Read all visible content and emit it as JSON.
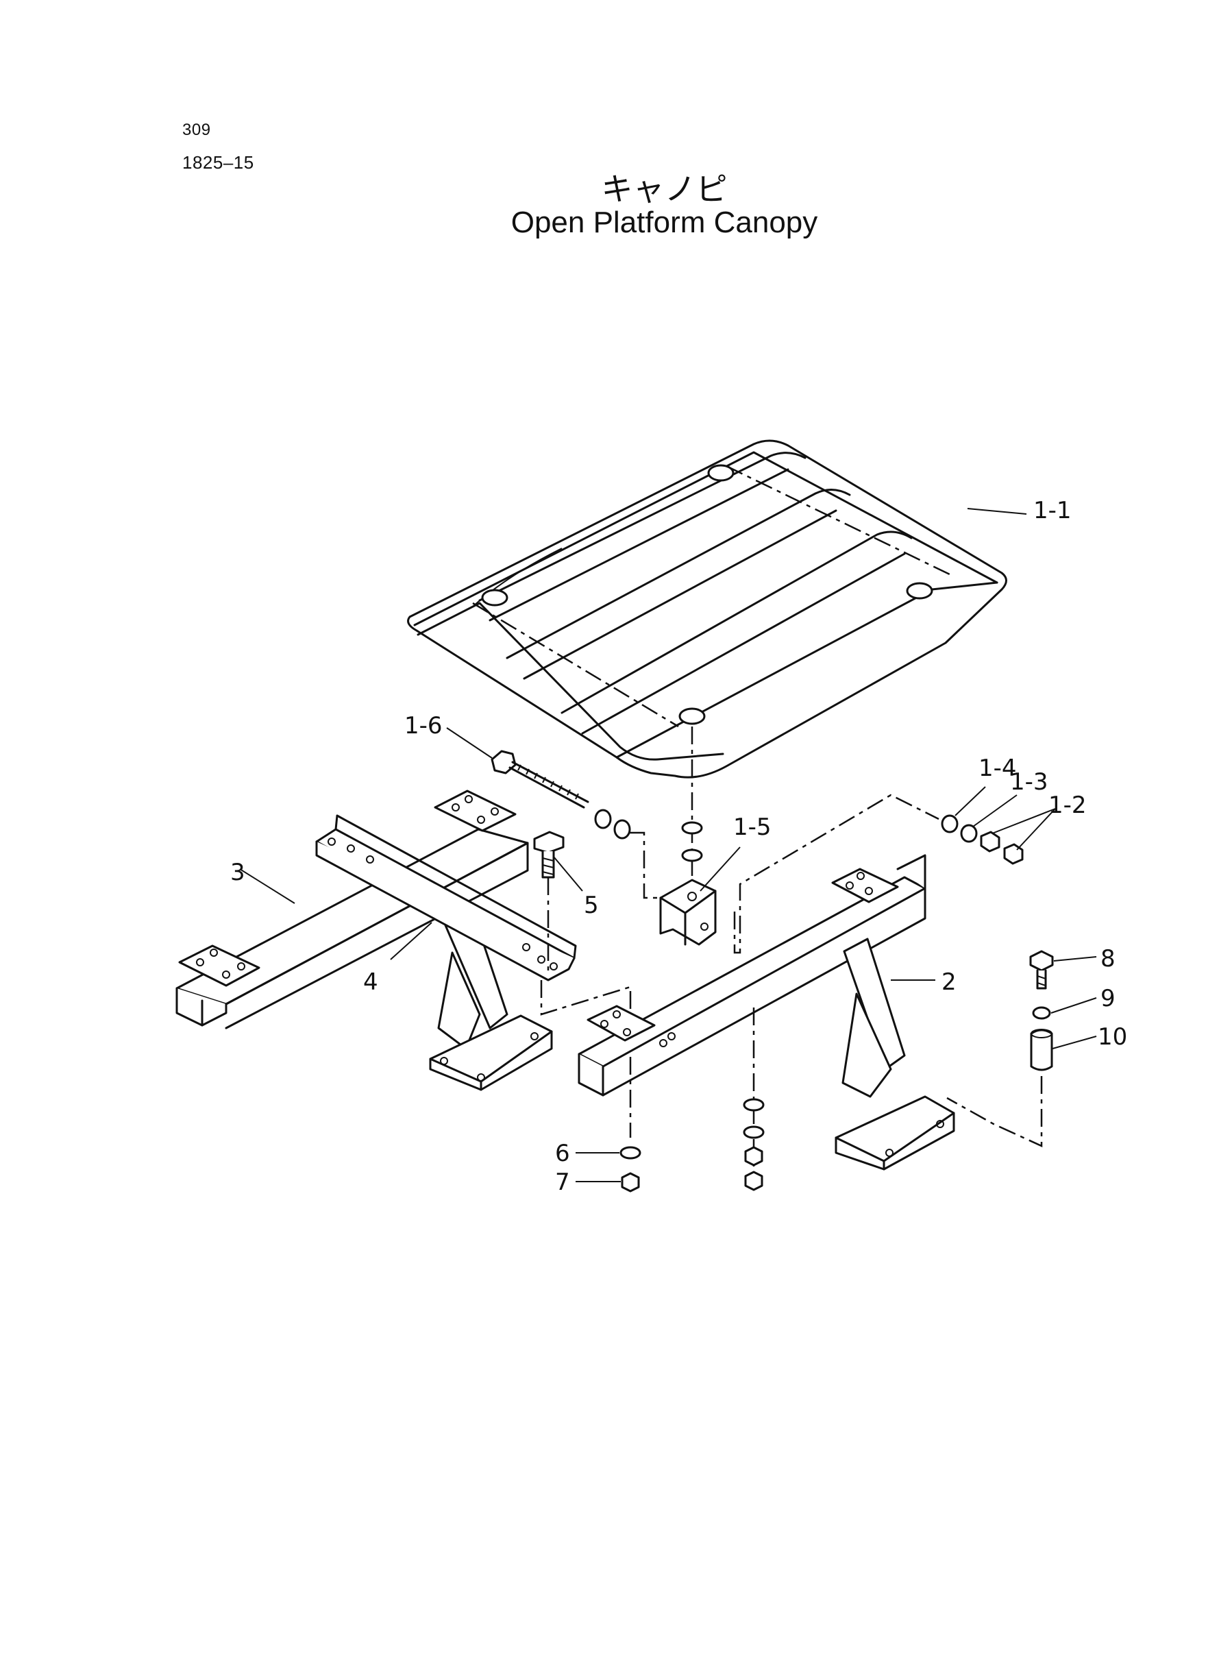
{
  "header": {
    "page_number": "309",
    "part_code": "1825–15"
  },
  "title": {
    "japanese": "キャノピ",
    "english": "Open Platform Canopy"
  },
  "callouts": {
    "c1_1": "1-1",
    "c1_2": "1-2",
    "c1_3": "1-3",
    "c1_4": "1-4",
    "c1_5": "1-5",
    "c1_6": "1-6",
    "c2": "2",
    "c3": "3",
    "c4": "4",
    "c5": "5",
    "c6": "6",
    "c7": "7",
    "c8": "8",
    "c9": "9",
    "c10": "10"
  }
}
